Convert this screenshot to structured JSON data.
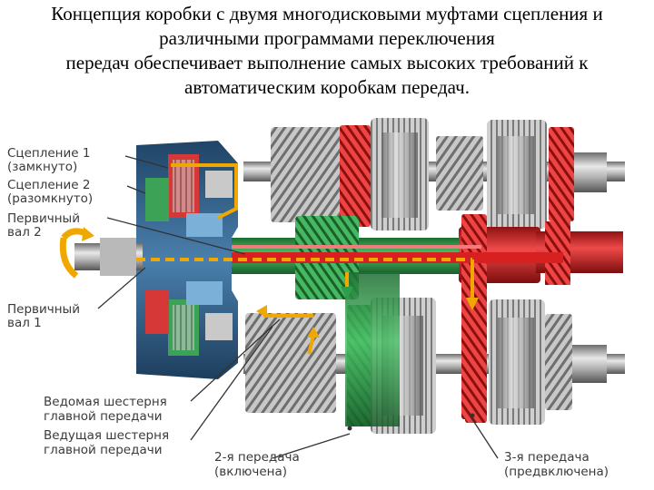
{
  "caption": {
    "line1": "Концепция коробки с двумя многодисковыми муфтами сцепления и",
    "line2": "различными программами переключения",
    "line3": "передач обеспечивает выполнение самых высоких требований к",
    "line4": "автоматическим коробкам передач."
  },
  "labels": {
    "clutch1_l1": "Сцепление 1",
    "clutch1_l2": "(замкнуто)",
    "clutch2_l1": "Сцепление 2",
    "clutch2_l2": "(разомкнуто)",
    "shaft2_l1": "Первичный",
    "shaft2_l2": "вал 2",
    "shaft1_l1": "Первичный",
    "shaft1_l2": "вал 1",
    "driven_gear_l1": "Ведомая шестерня",
    "driven_gear_l2": "главной передачи",
    "drive_gear_l1": "Ведущая шестерня",
    "drive_gear_l2": "главной передачи",
    "gear2_l1": "2-я передача",
    "gear2_l2": "(включена)",
    "gear3_l1": "3-я передача",
    "gear3_l2": "(предвключена)"
  },
  "colors": {
    "housing": "#2f5f86",
    "red": "#d42a2a",
    "green": "#2e9e4a",
    "steel": "#a9a9a9",
    "power_flow": "#f0a800",
    "leader": "#333333"
  }
}
